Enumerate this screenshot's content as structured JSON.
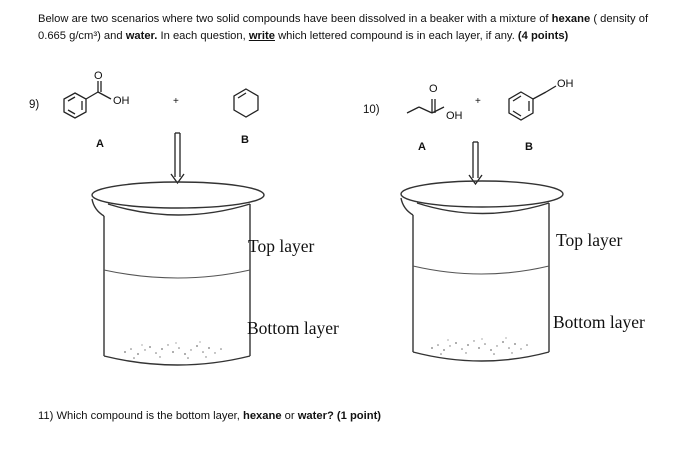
{
  "intro": {
    "part1": "Below are two scenarios where two solid compounds have been dissolved in a beaker with a mixture of ",
    "hexane": "hexane",
    "part2": " ( density of 0.665 g/cm³) and ",
    "water": "water.",
    "part3": "  In each question, ",
    "write": "write",
    "part4": " which lettered compound is in each layer, if any. ",
    "points": "(4 points)"
  },
  "q9": {
    "number": "9)",
    "oxygen_label": "O",
    "oh_label": "OH",
    "plus": "+",
    "label_a": "A",
    "label_b": "B",
    "top_layer": "Top layer",
    "bottom_layer": "Bottom layer"
  },
  "q10": {
    "number": "10)",
    "oxygen_label": "O",
    "oh_label": "OH",
    "plus": "+",
    "phenol_oh": "OH",
    "label_a": "A",
    "label_b": "B",
    "top_layer": "Top layer",
    "bottom_layer": "Bottom layer"
  },
  "q11": {
    "part1": "11) Which compound is the bottom layer, ",
    "hexane": "hexane",
    "or": " or ",
    "water": "water?",
    "points": " (1 point)"
  }
}
